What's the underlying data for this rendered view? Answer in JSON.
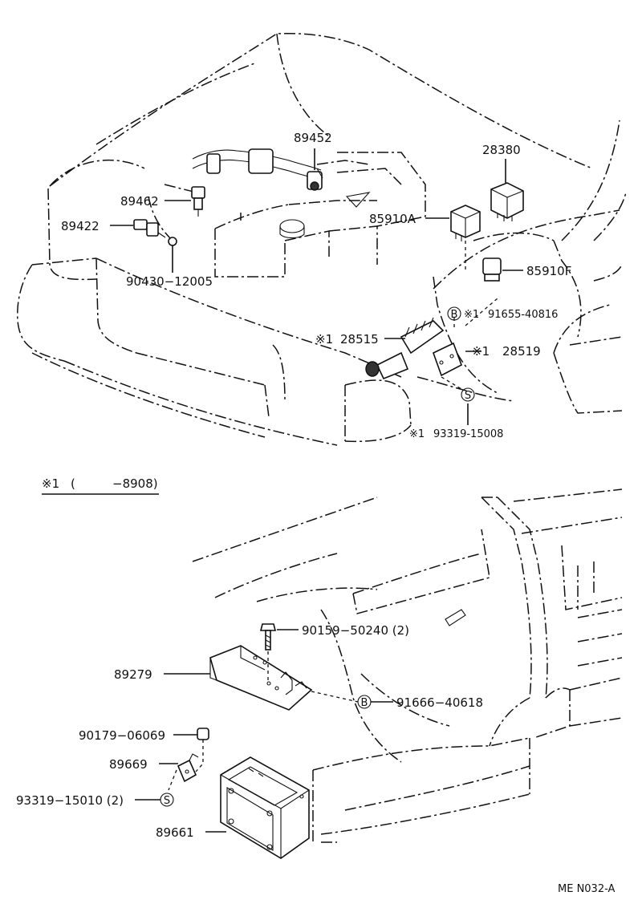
{
  "upper_parts": {
    "p89452": "89452",
    "p28380": "28380",
    "p89462": "89462",
    "p85910A": "85910A",
    "p89422": "89422",
    "p85910F": "85910F",
    "p90430": "90430−12005",
    "p91655": "91655-40816",
    "p28515": "28515",
    "p28519": "28519",
    "p93319_15008": "93319-15008"
  },
  "footnote": {
    "mark": "※1",
    "range_open": "(",
    "range_value": "−8908)"
  },
  "lower_parts": {
    "p90159": "90159−50240 (2)",
    "p89279": "89279",
    "p91666": "91666−40618",
    "p90179": "90179−06069",
    "p89669": "89669",
    "p93319_15010": "93319−15010 (2)",
    "p89661": "89661"
  },
  "markers": {
    "mark_ref": "※1",
    "circle_b": "B",
    "circle_s": "S"
  },
  "figure_code": "ME  N032-A"
}
